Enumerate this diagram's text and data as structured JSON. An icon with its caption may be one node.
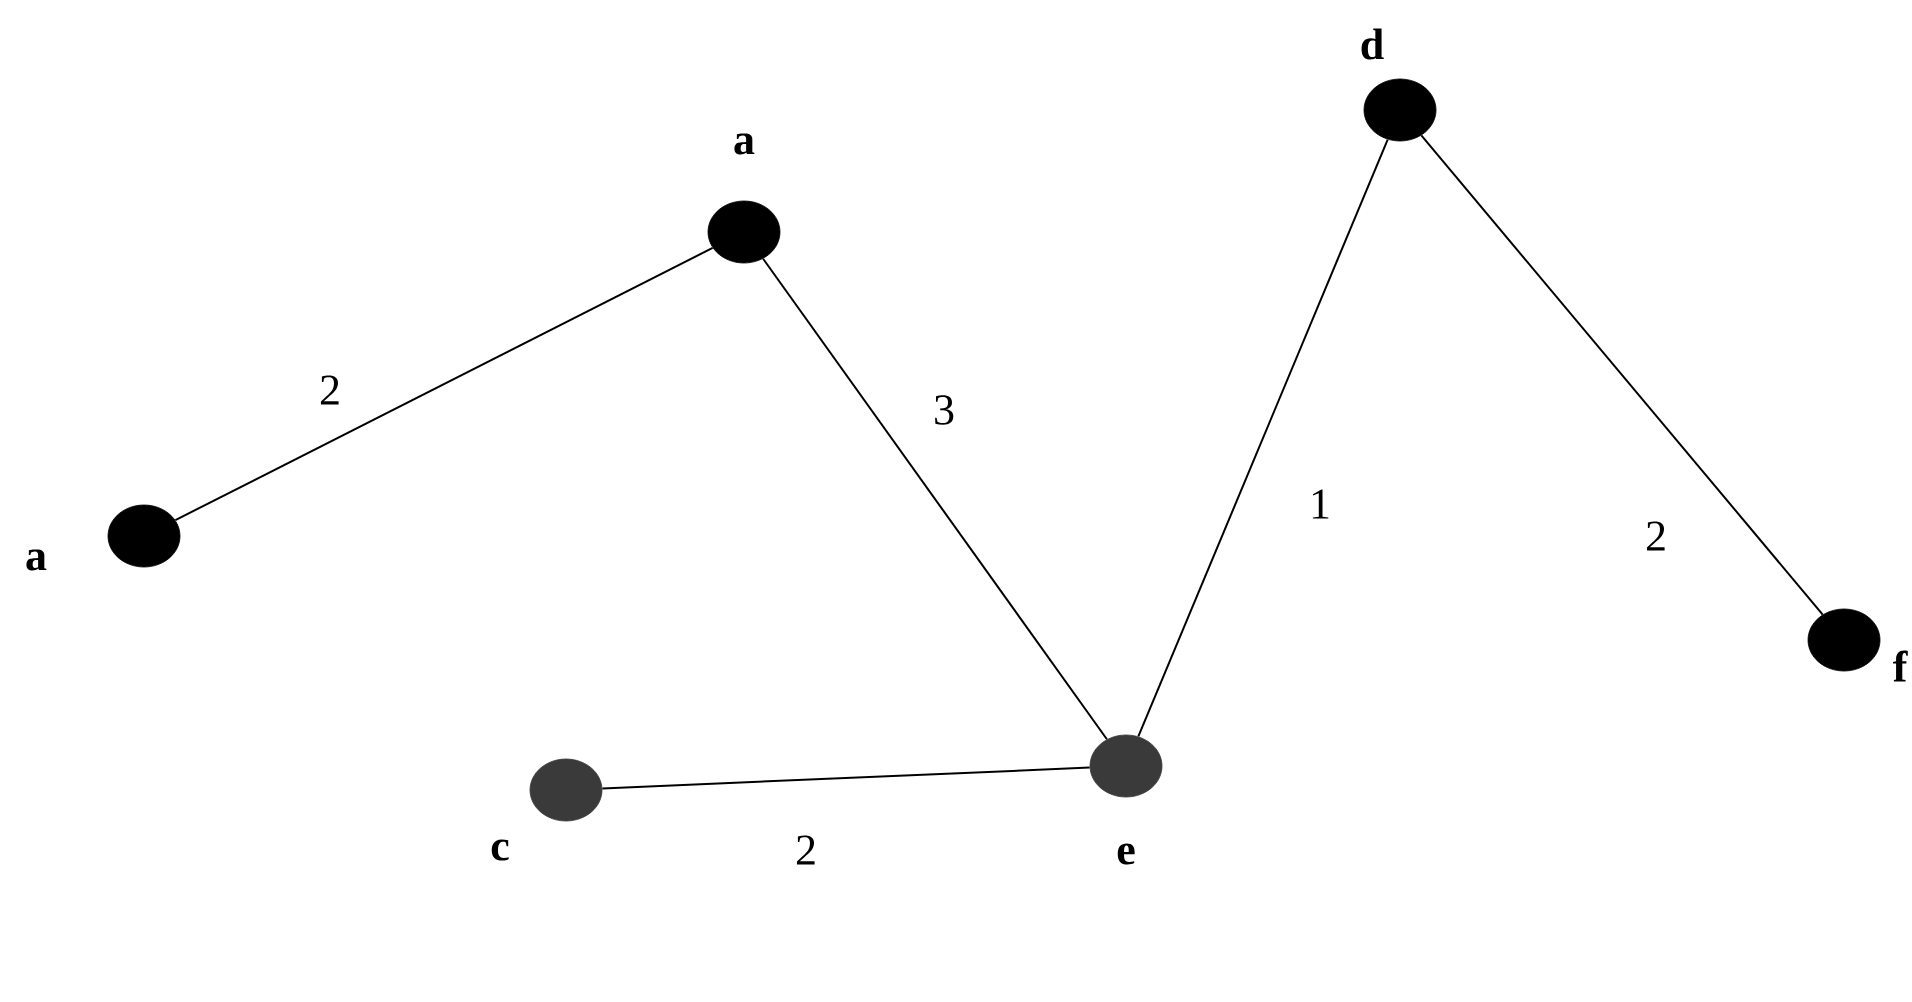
{
  "diagram": {
    "nodes": [
      {
        "text": [],
        "shape": "circle",
        "beside": [
          "a"
        ]
      },
      {
        "text": [],
        "shape": "circle",
        "beside": [
          "a"
        ]
      },
      {
        "text": [],
        "shape": "circle",
        "beside": [
          "d"
        ]
      },
      {
        "text": [],
        "shape": "circle",
        "beside": [
          "f"
        ]
      },
      {
        "text": [],
        "shape": "circle",
        "beside": [
          "c"
        ]
      },
      {
        "text": [],
        "shape": "circle",
        "beside": [
          "e"
        ]
      }
    ],
    "edges": [
      {
        "from": 0,
        "to": 1,
        "arrow": "none",
        "label": "2"
      },
      {
        "from": 1,
        "to": 5,
        "arrow": "none",
        "label": "3"
      },
      {
        "from": 5,
        "to": 2,
        "arrow": "none",
        "label": "1"
      },
      {
        "from": 2,
        "to": 3,
        "arrow": "none",
        "label": "2"
      },
      {
        "from": 4,
        "to": 5,
        "arrow": "none",
        "label": "2"
      }
    ]
  }
}
